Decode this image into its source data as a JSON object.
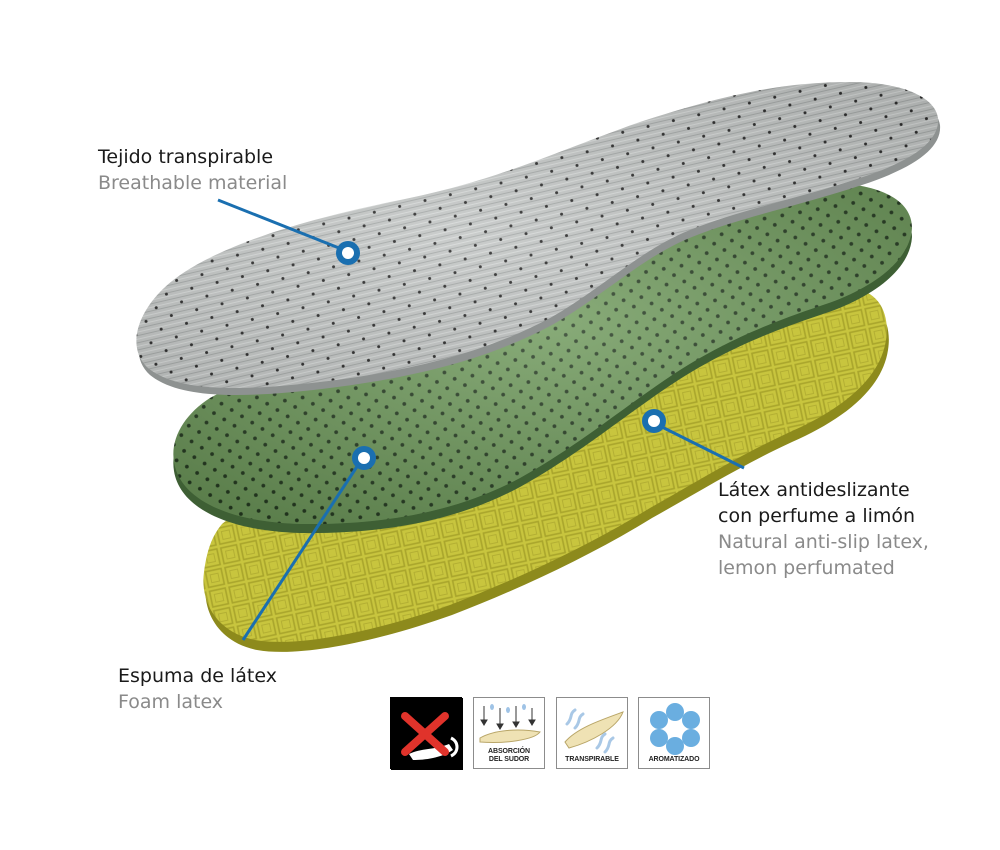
{
  "callouts": {
    "top": {
      "es": "Tejido transpirable",
      "en": "Breathable material"
    },
    "left": {
      "es": "Espuma de látex",
      "en": "Foam latex"
    },
    "right": {
      "es_line1": "Látex antideslizante",
      "es_line2": "con perfume a limón",
      "en_line1": "Natural anti-slip latex,",
      "en_line2": "lemon perfumated"
    }
  },
  "icons": {
    "absorcion": {
      "line1": "ABSORCIÓN",
      "line2": "DEL SUDOR"
    },
    "transpirable": {
      "line1": "TRANSPIRABLE"
    },
    "aromatizado": {
      "line1": "AROMATIZADO"
    }
  },
  "colors": {
    "callout_blue": "#1a6fb0",
    "top_layer": "#c4c7c6",
    "middle_layer": "#6f9a5c",
    "bottom_layer": "#c6c43c",
    "no_slip_cross": "#e0332b",
    "flower": "#6aaee0"
  }
}
